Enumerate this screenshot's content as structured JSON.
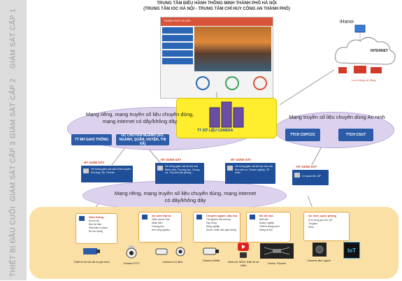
{
  "levels": [
    {
      "label": "GIÁM SÁT CẤP 1"
    },
    {
      "label": "GIÁM SÁT CẤP 2"
    },
    {
      "label": "GIÁM SÁT CẤP 3"
    },
    {
      "label": "THIẾT BỊ ĐẦU CUỐI"
    }
  ],
  "header": {
    "title": "TRUNG TÂM ĐIỀU HÀNH THÔNG MINH THÀNH PHỐ HÀ NỘI",
    "subtitle": "(TRUNG TÂM IOC HÀ NỘI - TRUNG TÂM CHỈ HUY CÔNG AN THÀNH PHỐ)"
  },
  "portal": {
    "header_text": "THÀNH PHỐ HÀ NỘI",
    "menu": [
      "",
      "",
      "",
      "",
      "",
      ""
    ]
  },
  "cloud": {
    "app": "iHanoi",
    "internet": "INTERNET",
    "forces": "Lực lượng xử động"
  },
  "datacenter": {
    "label": "TT DỮ LIỆU CAMERA"
  },
  "level2": {
    "left_network": "Mạng riêng, mạng truyền số liệu chuyên dùng, mạng internet có dây/không dây",
    "right_network": "Mạng truyền số liệu chuyên dùng An ninh",
    "boxes": [
      "TT ĐH GIAO THÔNG",
      "OC CHUYÊN NGÀNH (SỞ, NGÀNH, QUẬN, HUYỆN, THỊ XÃ)",
      "TTCH CSPCCC",
      "TTCH CSGT"
    ]
  },
  "level3": {
    "systems": [
      {
        "title": "HT GIÁM SÁT",
        "text": "Hệ thống giám sát của Chính quyền Phường, Xã, Thị trấn"
      },
      {
        "title": "HT GIÁM SÁT",
        "text": "Hệ thống giám sát tại tòa nhà Bệnh viện, Trường học, Chung cư, Tòa nhà văn phòng,..."
      },
      {
        "title": "HT GIÁM SÁT",
        "text": "Hệ thống giám sát tại tòa nhà của Khu dân cư, Doanh nghiệp, Tổ chức"
      },
      {
        "title": "HT GIÁM SÁT",
        "text": "Cơ quan AN, QP"
      }
    ],
    "network": "Mạng riêng, mạng truyền số liệu chuyên dùng, mạng internet có dây/không dây"
  },
  "endpoints": {
    "categories": [
      {
        "title": "Giao thông",
        "items": [
          "Đo tốc độ",
          "Đèn tín hiệu",
          "Phát hiện vi phạm",
          "Đo lưu lượng"
        ]
      },
      {
        "title": "An ninh trật tự",
        "items": [
          "Giám sát an ninh",
          "Nhận diện",
          "Trường học",
          "Khu công nghiệp"
        ]
      },
      {
        "title": "Chuyên ngành, đặc thù",
        "items": [
          "Tài nguyên môi trường",
          "Xây dựng",
          "Nông nghiệp",
          "Drone, nhiệt, đèn giao thông"
        ]
      },
      {
        "title": "Đô thị hóa",
        "items": [
          "Nhà dân",
          "Doanh nghiệp",
          "Thiết bị thông minh",
          "Mạng xã hội"
        ]
      },
      {
        "title": "An ninh, quốc phòng",
        "items": [
          "Vị trí trọng yếu AN, QP",
          "Tại giám",
          "Khác"
        ]
      }
    ],
    "devices": [
      "Thiết bị đo tốc độ có ghi hình",
      "Camera PTZ",
      "Camera Cố định",
      "Camera Nhiệt",
      "Video từ MXH, thiết bị cá nhân",
      "Drone, Flycam",
      "Camera đeo người",
      "IoT"
    ]
  },
  "colors": {
    "accent_blue": "#2c5ba8",
    "yellow": "#ffee2e",
    "network_purple": "#ddd2ee",
    "endpoint_beige": "#fbe0a6",
    "alert_red": "#c53a1a"
  }
}
